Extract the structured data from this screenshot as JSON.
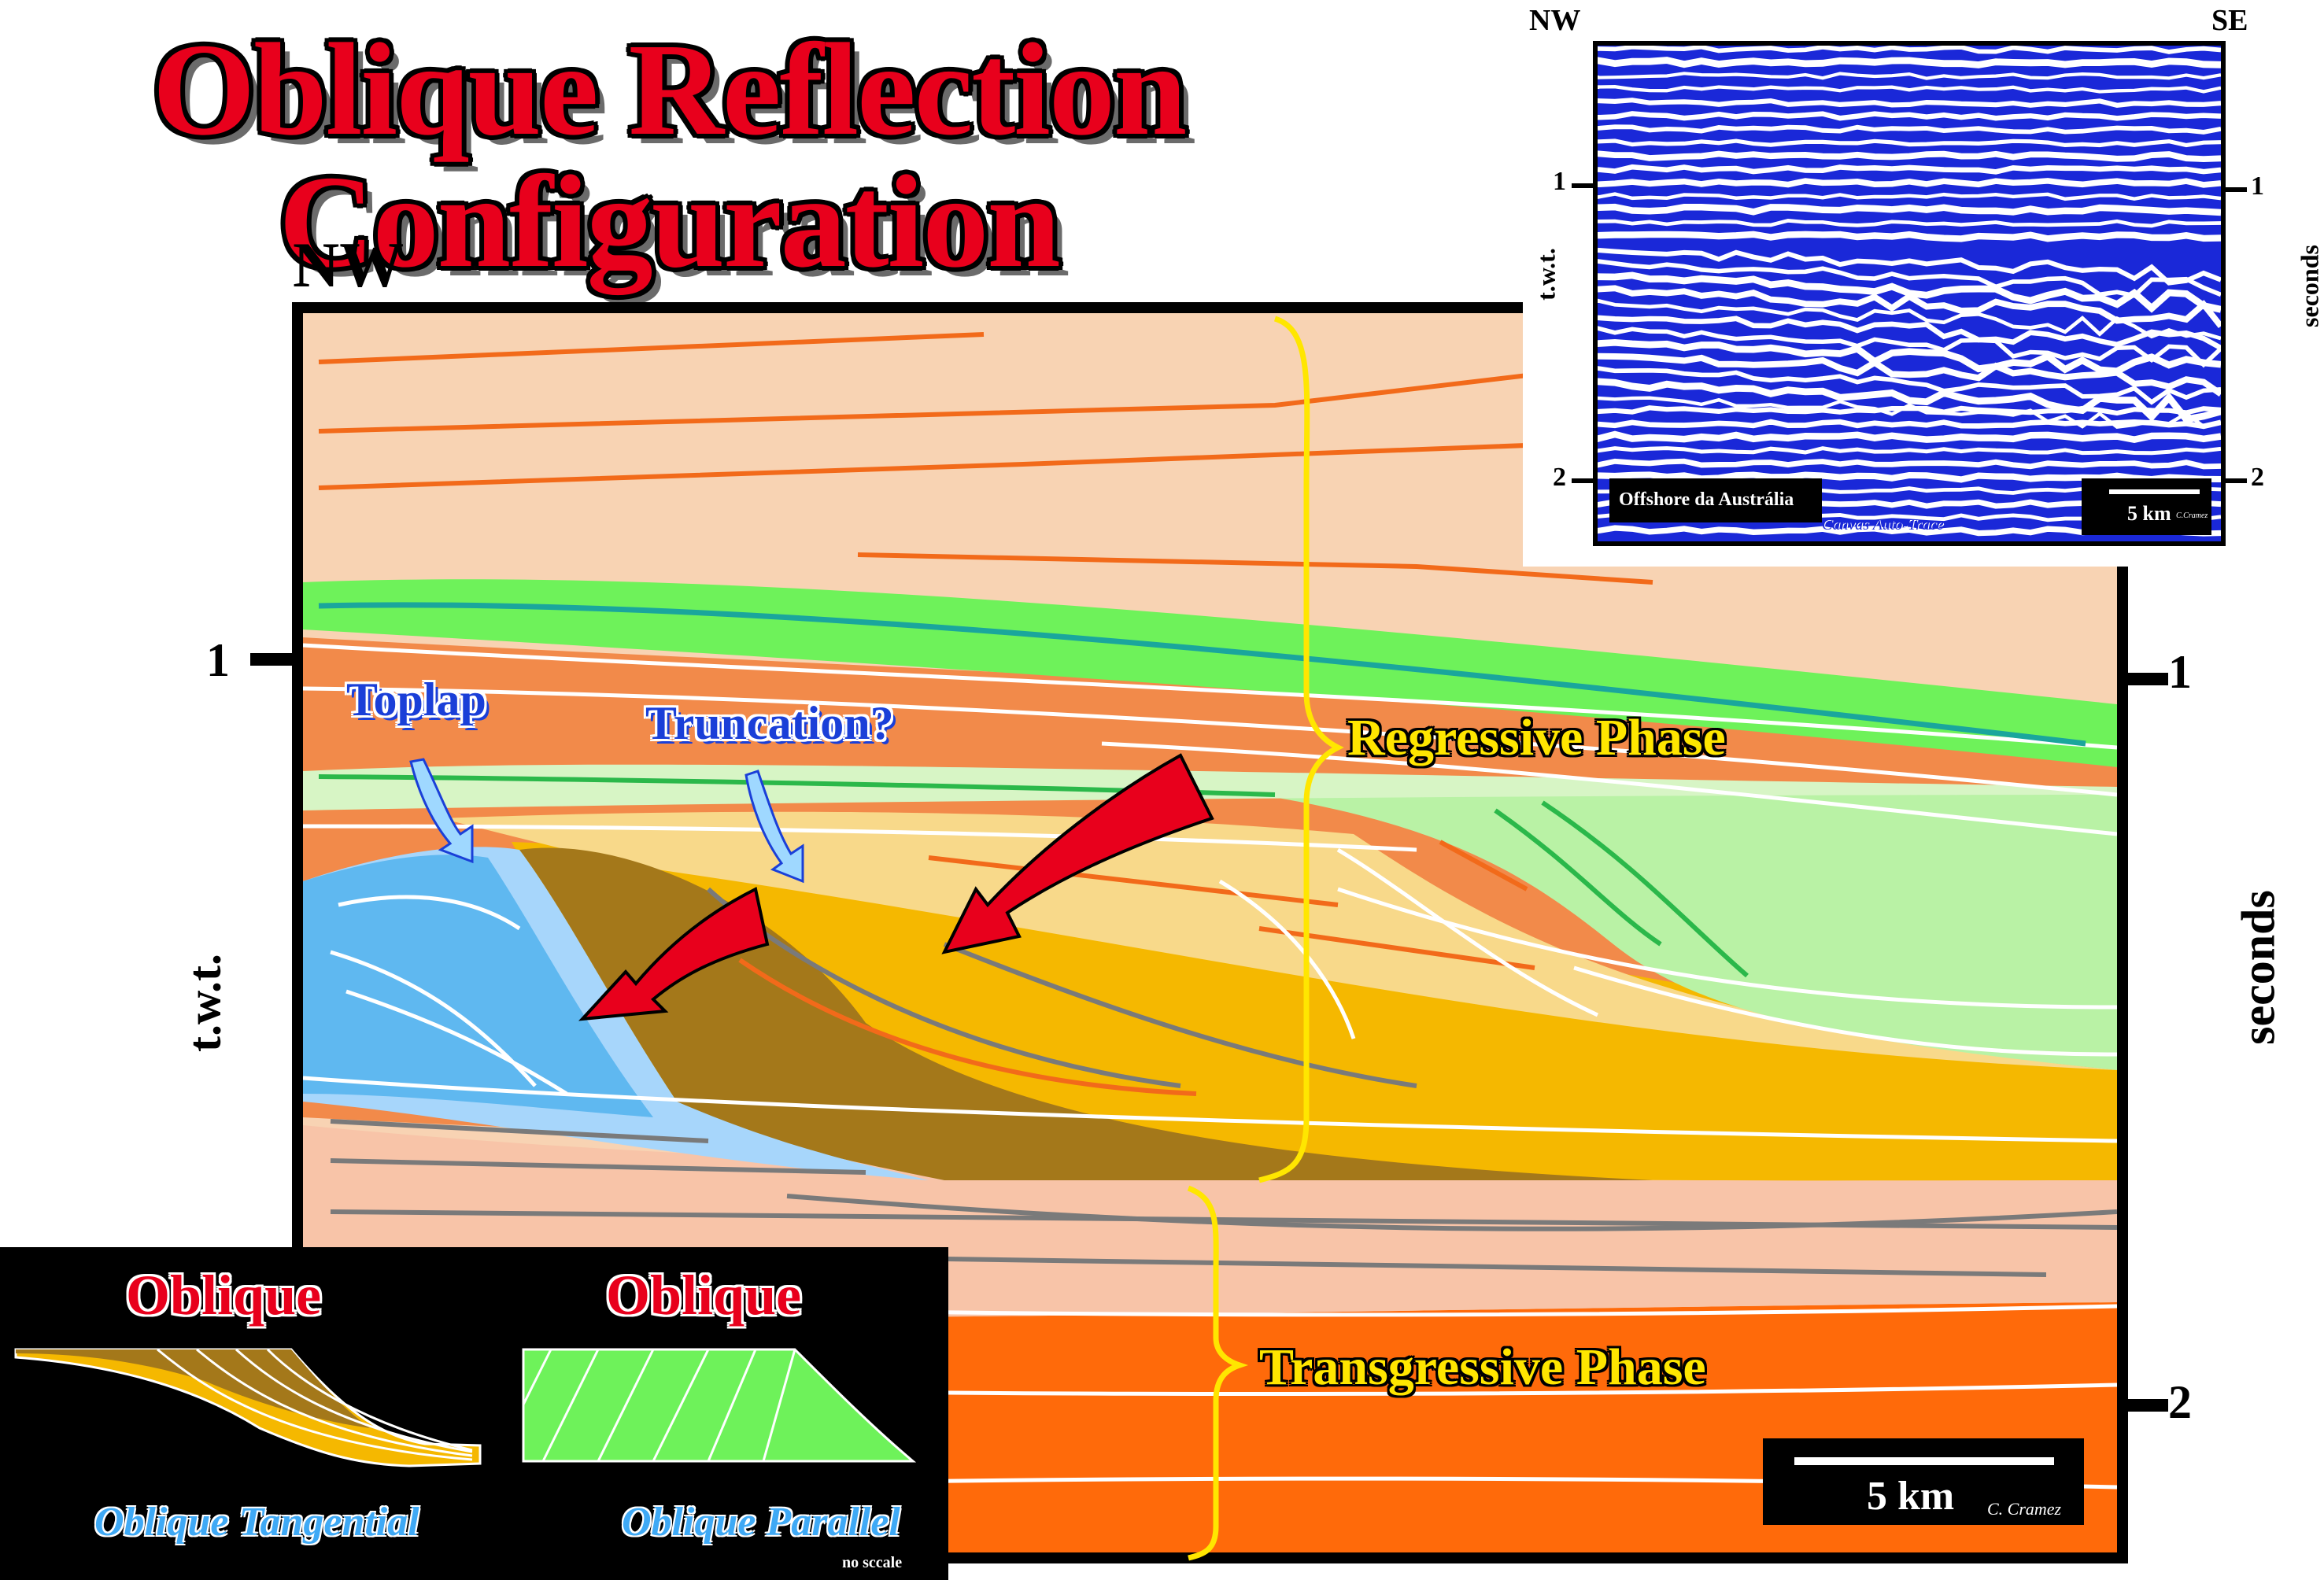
{
  "title": {
    "line1": "Oblique Reflection",
    "line2": "Configuration"
  },
  "main_section": {
    "left_direction": "NW",
    "left_axis_label": "t.w.t.",
    "right_axis_label": "seconds",
    "left_ticks": [
      "1"
    ],
    "right_ticks": [
      "1",
      "2"
    ],
    "regressive_label": "Regressive Phase",
    "transgressive_label": "Transgressive Phase",
    "toplap_label": "Toplap",
    "truncation_label": "Truncation?",
    "scale_label": "5 km",
    "credit": "C. Cramez"
  },
  "inset_seismic": {
    "left_direction": "NW",
    "right_direction": "SE",
    "left_axis_label": "t.w.t.",
    "right_axis_label": "seconds",
    "left_ticks": [
      "1",
      "2"
    ],
    "right_ticks": [
      "1",
      "2"
    ],
    "location_label": "Offshore da Austrália",
    "scale_label": "5 km",
    "credit": "C.Cramez",
    "software_label": "Canvas Auto-Trace"
  },
  "legend": {
    "left_title": "Oblique",
    "left_subtitle": "Oblique Tangential",
    "right_title": "Oblique",
    "right_subtitle": "Oblique Parallel",
    "note": "no sccale"
  },
  "colors": {
    "peach": "#f8d3b3",
    "orange": "#f28a4a",
    "deep_orange": "#ff6a0a",
    "green": "#6ef25a",
    "light_green": "#b9f2a5",
    "blue": "#5fb8f0",
    "light_blue": "#a7d6fb",
    "brown": "#a4781a",
    "gold": "#f5b800",
    "light_gold": "#f8d98a",
    "title_red": "#e8001c",
    "phase_yellow": "#ffe600",
    "seismic_blue": "#1a28d8"
  }
}
